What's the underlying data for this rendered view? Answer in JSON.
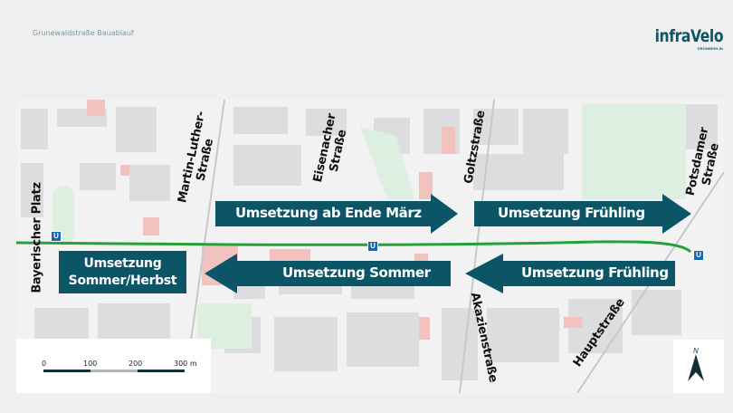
{
  "header": {
    "doc_title": "Grunewaldstraße Bauablauf",
    "logo_main": "infraVelo",
    "logo_sub": "GRÜNBERLIN"
  },
  "colors": {
    "arrow_fill": "#0b5566",
    "route_line": "#25a13a",
    "ubahn": "#1a66b0",
    "building": "#dcdddf",
    "special_building": "#f2c2bf",
    "green_area": "#dcefe1",
    "background": "#efefef"
  },
  "map": {
    "arrows": [
      {
        "label": "Umsetzung ab Ende März",
        "direction": "right"
      },
      {
        "label": "Umsetzung Frühling",
        "direction": "right"
      },
      {
        "label": "Umsetzung Sommer",
        "direction": "left"
      },
      {
        "label": "Umsetzung Frühling",
        "direction": "left"
      }
    ],
    "box": {
      "line1": "Umsetzung",
      "line2": "Sommer/Herbst"
    },
    "streets": {
      "bayerischer_platz": "Bayerischer Platz",
      "martin_luther_1": "Martin-Luther-",
      "martin_luther_2": "Straße",
      "eisenacher_1": "Eisenacher",
      "eisenacher_2": "Straße",
      "goltz": "Goltzstraße",
      "potsdamer_1": "Potsdamer",
      "potsdamer_2": "Straße",
      "akazien": "Akazienstraße",
      "haupt": "Hauptstraße"
    },
    "ubahn_label": "U",
    "scale": {
      "ticks": [
        "0",
        "100",
        "200",
        "300 m"
      ]
    },
    "north_label": "N"
  }
}
